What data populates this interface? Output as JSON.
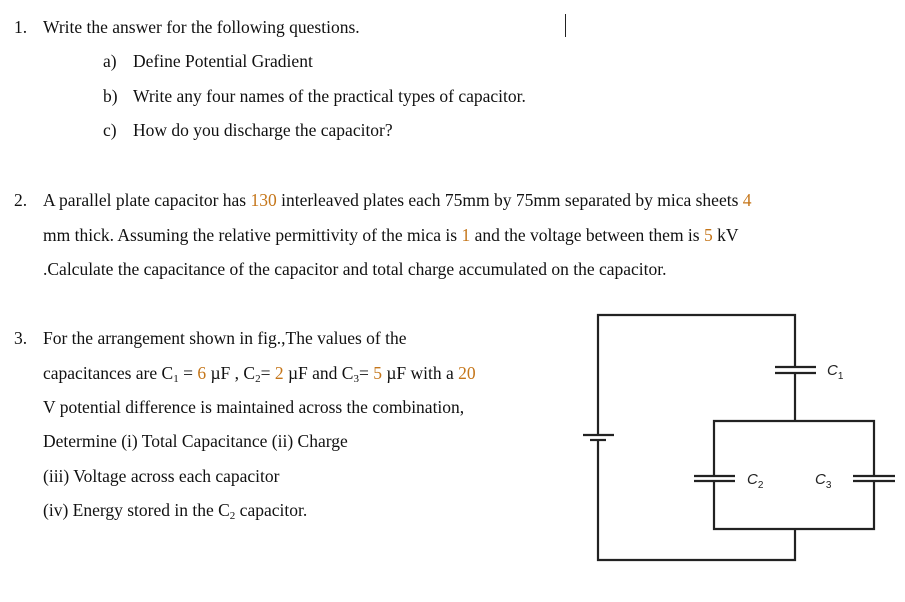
{
  "q1": {
    "number": "1.",
    "text": "Write the answer for the following questions.",
    "items": [
      {
        "letter": "a)",
        "text": "Define Potential Gradient"
      },
      {
        "letter": "b)",
        "text": "Write any four names of the practical types of capacitor."
      },
      {
        "letter": "c)",
        "text": "How do you discharge the capacitor?"
      }
    ]
  },
  "q2": {
    "number": "2.",
    "line1_a": "A parallel plate capacitor has ",
    "plates": "130",
    "line1_b": " interleaved plates each 75mm by 75mm separated by mica sheets ",
    "thickness": "4",
    "line2_a": "mm thick. Assuming the relative permittivity of the mica is ",
    "permittivity": "1",
    "line2_b": " and the voltage between them is ",
    "voltage": "5",
    "line2_c": " kV",
    "line3": ".Calculate the capacitance of the capacitor and total charge accumulated on the capacitor."
  },
  "q3": {
    "number": "3.",
    "line1": "For the arrangement shown in fig.,The values of the",
    "line2_a": "capacitances are C",
    "sub1": "1",
    "line2_b": " = ",
    "c1": "6",
    "line2_c": " µF , C",
    "sub2": "2",
    "line2_d": "= ",
    "c2": "2",
    "line2_e": " µF and C",
    "sub3": "3",
    "line2_f": "= ",
    "c3": "5",
    "line2_g": " µF with a ",
    "v": "20",
    "line3": "V potential difference is maintained across the combination,",
    "line4": "Determine  (i) Total Capacitance  (ii) Charge",
    "line5": "(iii) Voltage across each capacitor",
    "line6_a": "(iv) Energy stored in the C",
    "line6_sub": "2",
    "line6_b": " capacitor."
  },
  "figure": {
    "c1_label": "C",
    "c1_sub": "1",
    "c2_label": "C",
    "c2_sub": "2",
    "c3_label": "C",
    "c3_sub": "3"
  },
  "colors": {
    "highlight": "#c5761a"
  }
}
